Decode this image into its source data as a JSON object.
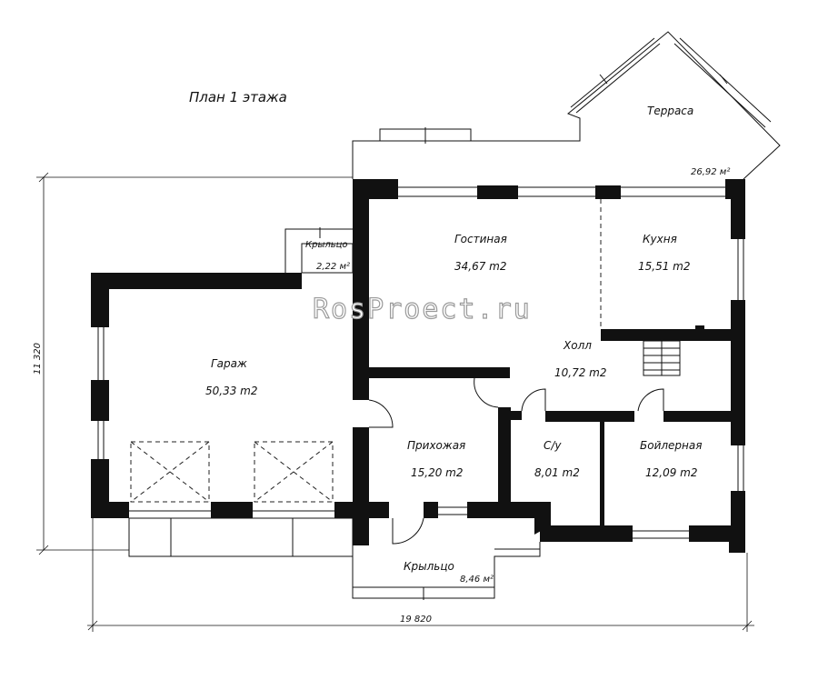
{
  "plan": {
    "title": "План 1 этажа",
    "watermark": "RosProect.ru",
    "dimensions": {
      "width": "19 820",
      "height": "11 320"
    },
    "rooms": {
      "terrace": {
        "name": "Терраса",
        "area": "26,92 м²"
      },
      "porch_small": {
        "name": "Крыльцо",
        "area": "2,22 м²"
      },
      "living": {
        "name": "Гостиная",
        "area": "34,67 m2"
      },
      "kitchen": {
        "name": "Кухня",
        "area": "15,51 m2"
      },
      "hall": {
        "name": "Холл",
        "area": "10,72 m2"
      },
      "garage": {
        "name": "Гараж",
        "area": "50,33 m2"
      },
      "entrance": {
        "name": "Прихожая",
        "area": "15,20 m2"
      },
      "bathroom": {
        "name": "С/у",
        "area": "8,01 m2"
      },
      "boiler": {
        "name": "Бойлерная",
        "area": "12,09 m2"
      },
      "porch_main": {
        "name": "Крыльцо",
        "area": "8,46 м²"
      }
    }
  }
}
